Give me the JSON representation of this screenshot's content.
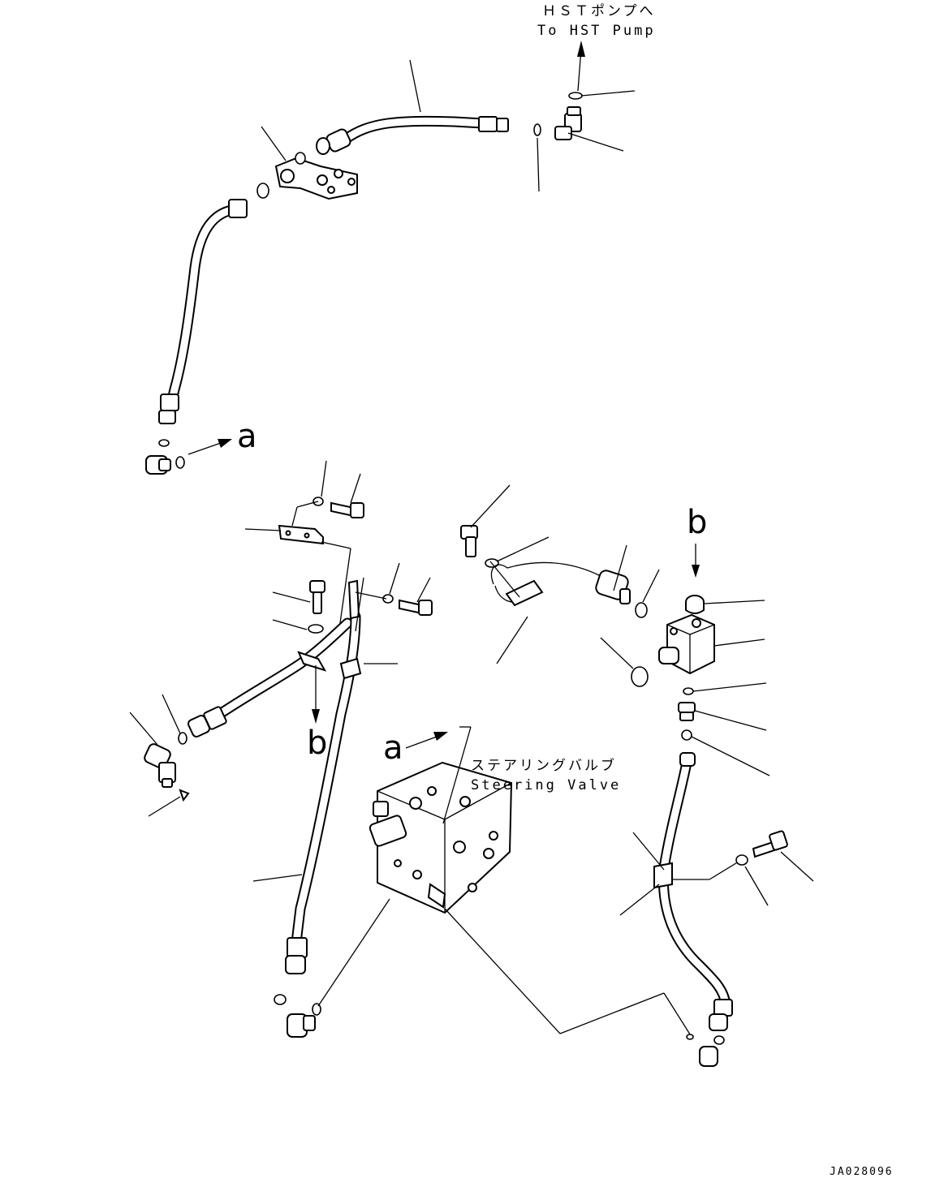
{
  "labels": {
    "hst_pump_jp": "ＨＳＴポンプへ",
    "hst_pump_en": "To HST Pump",
    "steering_valve_jp": "ステアリングバルブ",
    "steering_valve_en": "Steering Valve",
    "ref_a_upper": "a",
    "ref_a_lower": "a",
    "ref_b_upper": "b",
    "ref_b_lower": "b",
    "drawing_code": "JA028096"
  },
  "colors": {
    "line": "#000000",
    "background": "#ffffff"
  }
}
